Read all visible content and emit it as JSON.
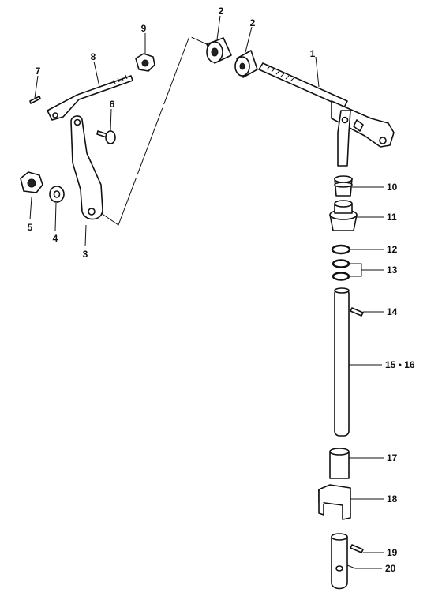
{
  "diagram": {
    "callouts": {
      "c1": "1",
      "c2a": "2",
      "c2b": "2",
      "c3": "3",
      "c4": "4",
      "c5": "5",
      "c6": "6",
      "c7": "7",
      "c8": "8",
      "c9": "9",
      "c10": "10",
      "c11": "11",
      "c12": "12",
      "c13": "13",
      "c14": "14",
      "c15": "15 • 16",
      "c17": "17",
      "c18": "18",
      "c19": "19",
      "c20": "20"
    }
  }
}
